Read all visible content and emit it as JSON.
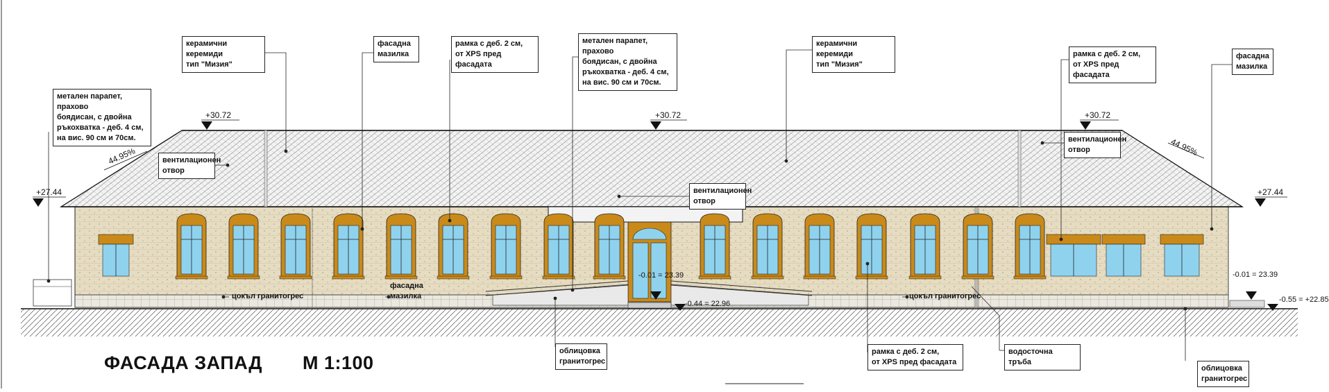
{
  "drawing": {
    "title": "ФАСАДА ЗАПАД",
    "scale": "М 1:100"
  },
  "annotations": {
    "roof_tiles_left": "керамични керемиди\nтип \"Мизия\"",
    "roof_tiles_right": "керамични керемиди\nтип \"Мизия\"",
    "facade_plaster_top": "фасадна\nмазилка",
    "facade_plaster_right": "фасадна\nмазилка",
    "facade_plaster_plinth": "фасадна\nмазилка",
    "frame_top_1": "рамка с деб. 2 см,\nот XPS  пред фасадата",
    "frame_top_2": "рамка с деб. 2 см,\nот XPS  пред фасадата",
    "frame_bottom": "рамка с деб. 2 см,\nот XPS  пред фасадата",
    "parapet_center": "метален парапет, прахово\nбоядисан, с двойна\nръкохватка - деб. 4 см,\nна вис. 90 см и 70см.",
    "parapet_left": "метален парапет, прахово\nбоядисан, с двойна\nръкохватка - деб. 4 см,\nна вис. 90 см и 70см.",
    "vent_left": "вентилационен\nотвор",
    "vent_center": "вентилационен\nотвор",
    "vent_right": "вентилационен\nотвор",
    "plinth_left": "цокъл  гранитогрес",
    "plinth_right": "цокъл  гранитогрес",
    "cladding_center": "облицовка\nгранитогрес",
    "cladding_right": "облицовка\nгранитогрес",
    "downpipe": "водосточна тръба",
    "slope_left": "44.95%",
    "slope_right": "44.95%"
  },
  "elevations": {
    "ridge_left": "+30.72",
    "ridge_center": "+30.72",
    "ridge_right": "+30.72",
    "eave_left": "+27.44",
    "eave_right": "+27.44",
    "entrance": "-0.01 = 23.39",
    "right_floor": "-0.01 = 23.39",
    "ramp_bottom": "-0.44 = 22.96",
    "right_ground": "-0.55 = +22.85"
  },
  "colors": {
    "wall": "#e6dcc2",
    "frame": "#c98a1a",
    "glass": "#8fd2ee",
    "roof": "#efefef",
    "line": "#222222"
  }
}
